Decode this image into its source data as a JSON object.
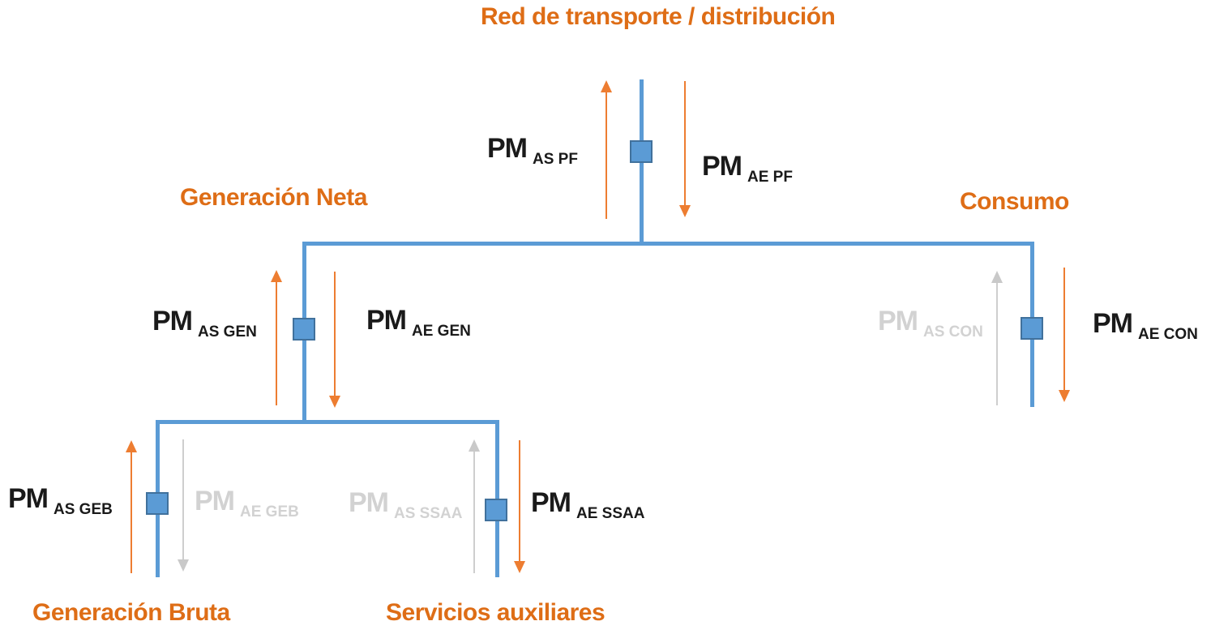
{
  "headings": {
    "network": "Red de transporte / distribución",
    "generacion_neta": "Generación Neta",
    "consumo": "Consumo",
    "generacion_bruta": "Generación Bruta",
    "servicios_auxiliares": "Servicios auxiliares"
  },
  "meters": {
    "as_pf": {
      "prefix": "PM",
      "sub": "AS PF",
      "direction": "up",
      "state": "active"
    },
    "ae_pf": {
      "prefix": "PM",
      "sub": "AE PF",
      "direction": "down",
      "state": "active"
    },
    "as_gen": {
      "prefix": "PM",
      "sub": "AS GEN",
      "direction": "up",
      "state": "active"
    },
    "ae_gen": {
      "prefix": "PM",
      "sub": "AE GEN",
      "direction": "down",
      "state": "active"
    },
    "as_con": {
      "prefix": "PM",
      "sub": "AS CON",
      "direction": "up",
      "state": "inactive"
    },
    "ae_con": {
      "prefix": "PM",
      "sub": "AE CON",
      "direction": "down",
      "state": "active"
    },
    "as_geb": {
      "prefix": "PM",
      "sub": "AS GEB",
      "direction": "up",
      "state": "active"
    },
    "ae_geb": {
      "prefix": "PM",
      "sub": "AE GEB",
      "direction": "down",
      "state": "inactive"
    },
    "as_ssaa": {
      "prefix": "PM",
      "sub": "AS SSAA",
      "direction": "up",
      "state": "inactive"
    },
    "ae_ssaa": {
      "prefix": "PM",
      "sub": "AE SSAA",
      "direction": "down",
      "state": "active"
    }
  },
  "colors": {
    "background": "#FFFFFF",
    "line_blue": "#5B9BD5",
    "square_border": "#41719C",
    "heading_orange": "#DE6D16",
    "arrow_orange": "#ED7D31",
    "arrow_gray": "#C9C9C9",
    "text_black": "#1A1A1A",
    "inactive_gray": "#D2D2D2"
  }
}
